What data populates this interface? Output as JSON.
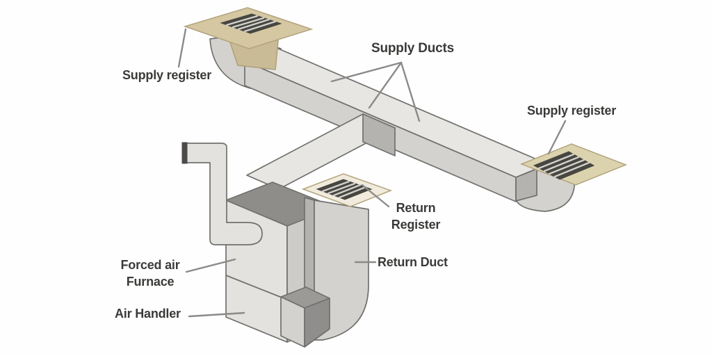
{
  "diagram": {
    "type": "hvac-forced-air-duct-system-illustration",
    "labels": {
      "supply_register_left": "Supply register",
      "supply_ducts": "Supply Ducts",
      "supply_register_right": "Supply register",
      "return_register": "Return Register",
      "return_duct": "Return Duct",
      "forced_air_furnace": "Forced air Furnace",
      "air_handler": "Air Handler"
    },
    "components": [
      "supply-register-left",
      "supply-duct-trunk",
      "supply-duct-riser",
      "supply-register-right",
      "return-register",
      "return-duct",
      "forced-air-furnace",
      "air-handler",
      "flue-pipe"
    ],
    "colors": {
      "background": "#fefefe",
      "duct_top": "#e7e6e3",
      "duct_front": "#d3d2cf",
      "duct_side": "#b4b3b0",
      "duct_dark": "#9b9a97",
      "duct_darker": "#8f8e8c",
      "furnace_top": "#8e8d8a",
      "furnace_front": "#e3e2df",
      "furnace_right": "#cdccc9",
      "outline": "#70706d",
      "panel_tan": "#d5c7a2",
      "panel_tan_border": "#b3a37d",
      "panel_khaki": "#dbd3ad",
      "panel_cream": "#f0ebdc",
      "boot_tan": "#c9bb96",
      "grille_dark": "#474641",
      "grille_slat": "#d2d1cc",
      "flue_cap": "#4c4b49",
      "leader_line": "#8b8a88",
      "label_text": "#3b3a38"
    }
  }
}
